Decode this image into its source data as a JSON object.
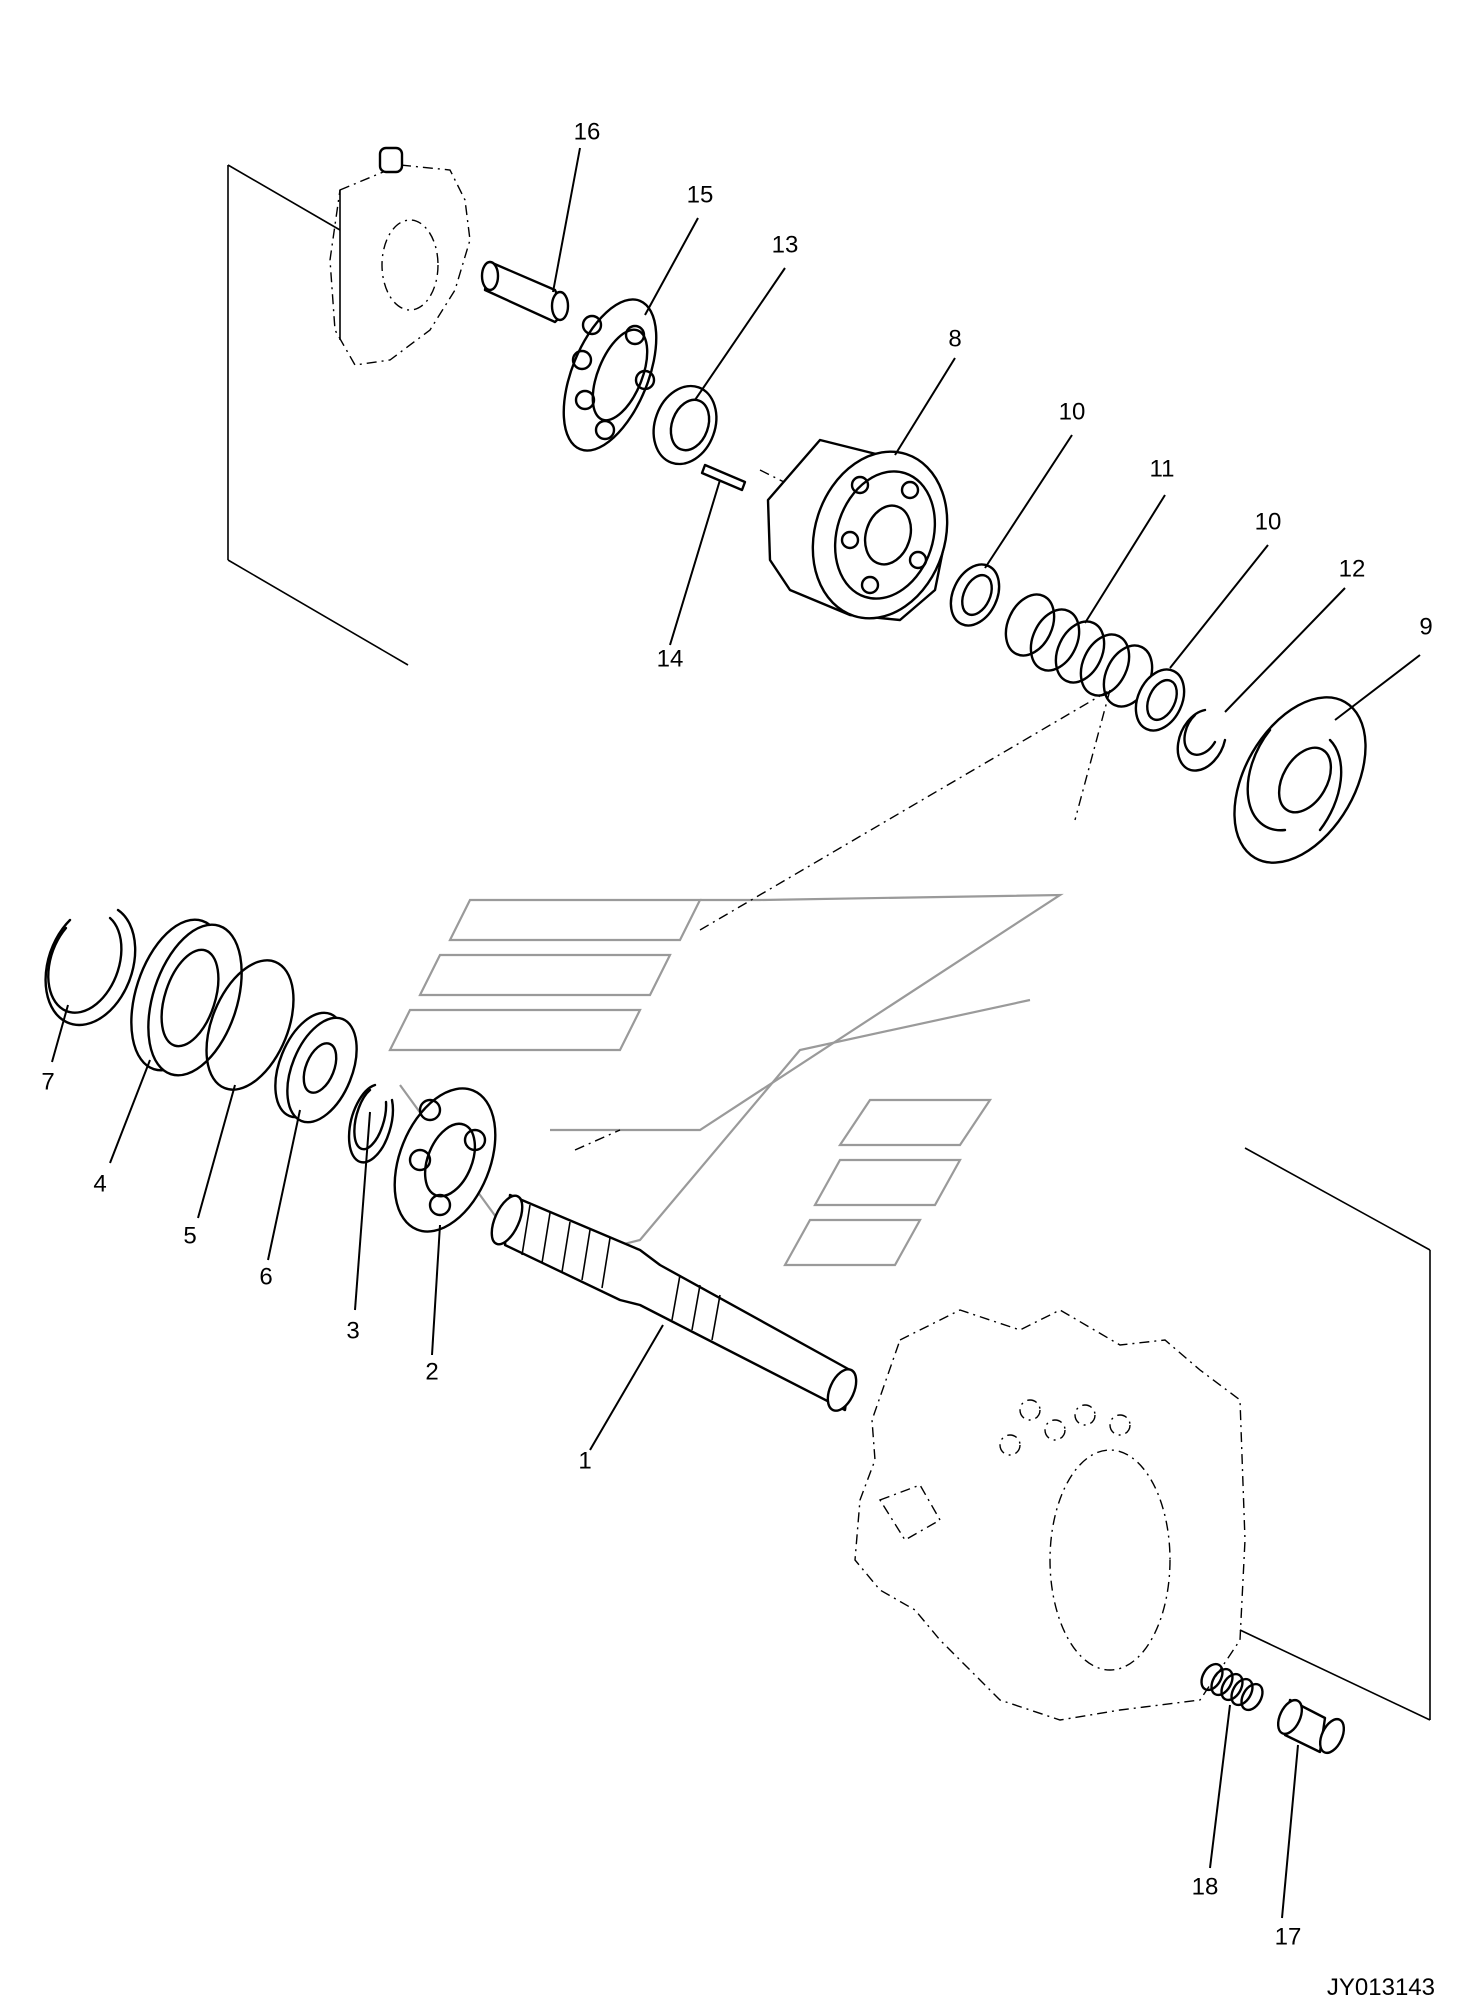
{
  "drawing": {
    "reference_code": "JY013143"
  },
  "callouts": [
    {
      "id": "16",
      "label": "16"
    },
    {
      "id": "15",
      "label": "15"
    },
    {
      "id": "13",
      "label": "13"
    },
    {
      "id": "8",
      "label": "8"
    },
    {
      "id": "10a",
      "label": "10"
    },
    {
      "id": "11",
      "label": "11"
    },
    {
      "id": "10b",
      "label": "10"
    },
    {
      "id": "12",
      "label": "12"
    },
    {
      "id": "9",
      "label": "9"
    },
    {
      "id": "14",
      "label": "14"
    },
    {
      "id": "7",
      "label": "7"
    },
    {
      "id": "4",
      "label": "4"
    },
    {
      "id": "5",
      "label": "5"
    },
    {
      "id": "6",
      "label": "6"
    },
    {
      "id": "3",
      "label": "3"
    },
    {
      "id": "2",
      "label": "2"
    },
    {
      "id": "1",
      "label": "1"
    },
    {
      "id": "18",
      "label": "18"
    },
    {
      "id": "17",
      "label": "17"
    }
  ]
}
